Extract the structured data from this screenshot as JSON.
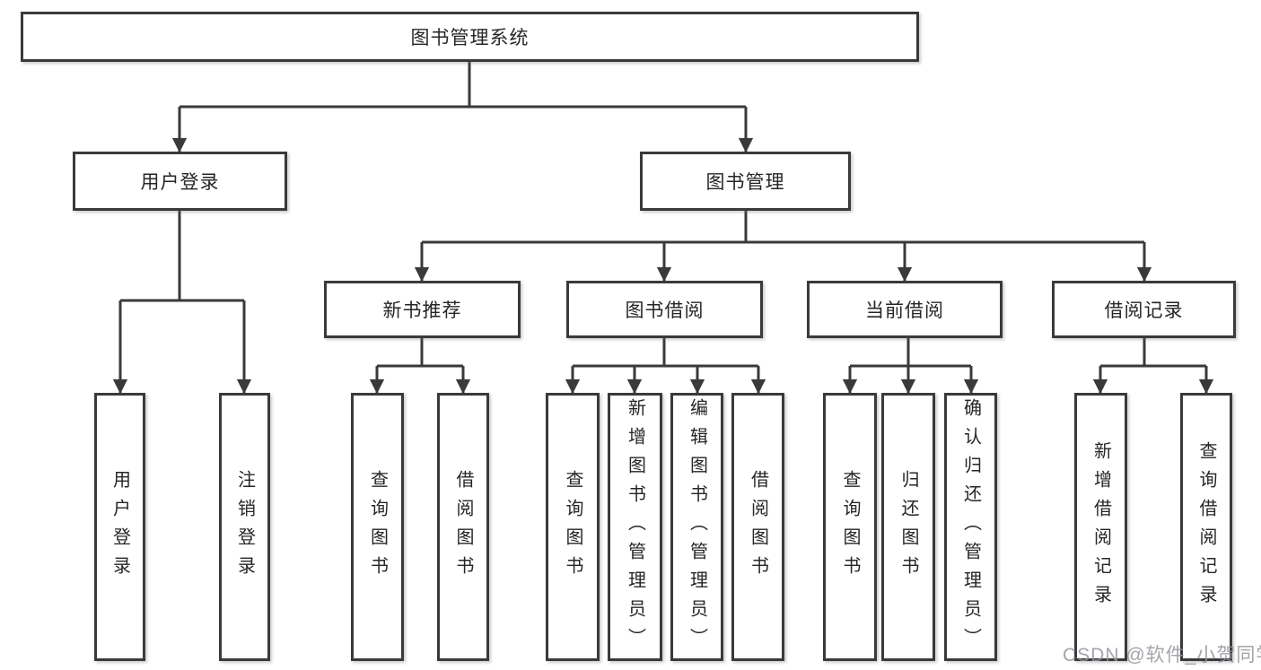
{
  "diagram": {
    "title": "图书管理系统",
    "children": [
      {
        "label": "用户登录",
        "children": [
          {
            "label": "用户登录"
          },
          {
            "label": "注销登录"
          }
        ]
      },
      {
        "label": "图书管理",
        "children": [
          {
            "label": "新书推荐",
            "children": [
              {
                "label": "查询图书"
              },
              {
                "label": "借阅图书"
              }
            ]
          },
          {
            "label": "图书借阅",
            "children": [
              {
                "label": "查询图书"
              },
              {
                "label": "新增图书（管理员）"
              },
              {
                "label": "编辑图书（管理员）"
              },
              {
                "label": "借阅图书"
              }
            ]
          },
          {
            "label": "当前借阅",
            "children": [
              {
                "label": "查询图书"
              },
              {
                "label": "归还图书"
              },
              {
                "label": "确认归还（管理员）"
              }
            ]
          },
          {
            "label": "借阅记录",
            "children": [
              {
                "label": "新增借阅记录"
              },
              {
                "label": "查询借阅记录"
              }
            ]
          }
        ]
      }
    ]
  },
  "watermark": {
    "text": "CSDN @软件_小贺同学"
  },
  "colors": {
    "line": "#3a3a3c",
    "box_border": "#3a3a3c",
    "box_fill": "#ffffff",
    "text": "#262626",
    "watermark": "#94949b",
    "background": "#ffffff"
  }
}
